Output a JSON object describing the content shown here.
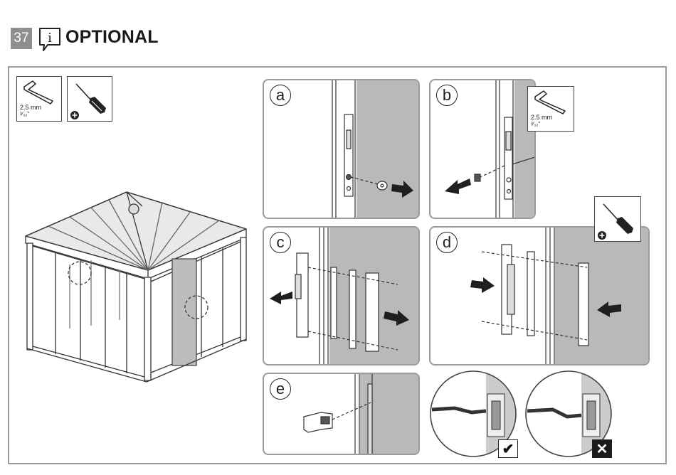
{
  "header": {
    "step_number": "37",
    "info_glyph": "i",
    "title": "OPTIONAL"
  },
  "tools": {
    "hex_key": {
      "icon": "hex-key-icon",
      "size_mm": "2.5 mm",
      "size_in": "³⁄₃₂\""
    },
    "screwdriver": {
      "icon": "phillips-screwdriver-icon",
      "badge": "plus"
    }
  },
  "panels": {
    "a": {
      "letter": "a"
    },
    "b": {
      "letter": "b",
      "callout": {
        "size_mm": "2.5 mm",
        "size_in": "³⁄₃₂\""
      }
    },
    "c": {
      "letter": "c"
    },
    "d": {
      "letter": "d"
    },
    "e": {
      "letter": "e"
    }
  },
  "result_marks": {
    "correct": "✔",
    "incorrect": "✕"
  },
  "colors": {
    "panel_gray": "#b9b9b9",
    "border_gray": "#9a9a9a",
    "badge_gray": "#8e8e8e"
  }
}
